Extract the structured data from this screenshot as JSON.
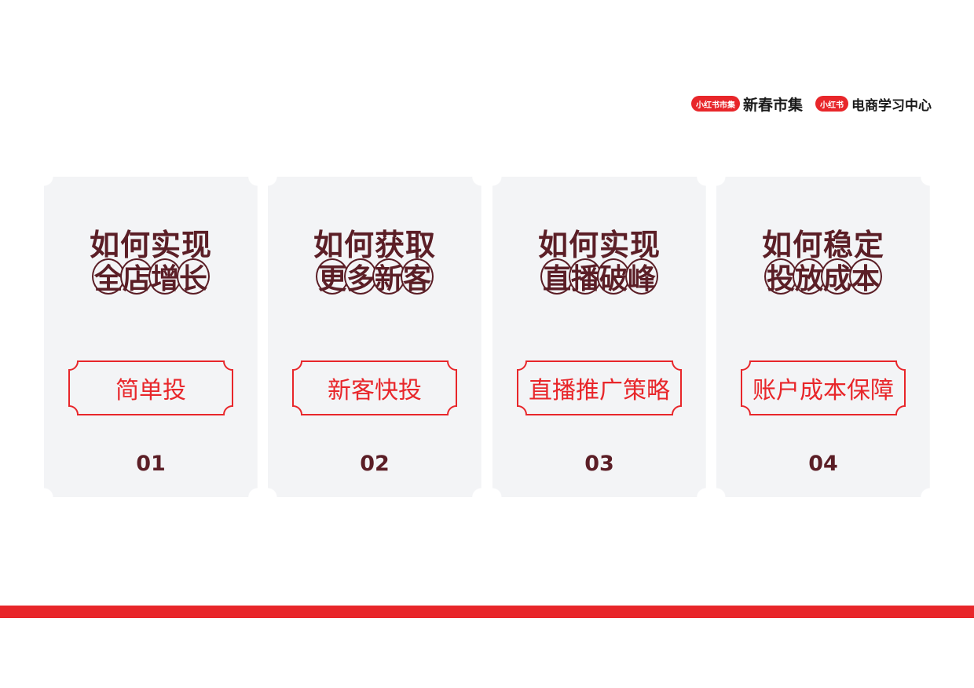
{
  "header": {
    "logo1_pill": "小红书市集",
    "logo1_text": "新春市集",
    "logo2_pill": "小红书",
    "logo2_text": "电商学习中心"
  },
  "cards": [
    {
      "line1": "如何实现",
      "line2": [
        "全",
        "店",
        "增",
        "长"
      ],
      "tag": "简单投",
      "number": "01"
    },
    {
      "line1": "如何获取",
      "line2": [
        "更",
        "多",
        "新",
        "客"
      ],
      "tag": "新客快投",
      "number": "02"
    },
    {
      "line1": "如何实现",
      "line2": [
        "直",
        "播",
        "破",
        "峰"
      ],
      "tag": "直播推广策略",
      "number": "03"
    },
    {
      "line1": "如何稳定",
      "line2": [
        "投",
        "放",
        "成",
        "本"
      ],
      "tag": "账户成本保障",
      "number": "04"
    }
  ],
  "colors": {
    "accent_red": "#e8262a",
    "title_maroon": "#5b1e26",
    "card_bg": "#f3f4f6"
  }
}
